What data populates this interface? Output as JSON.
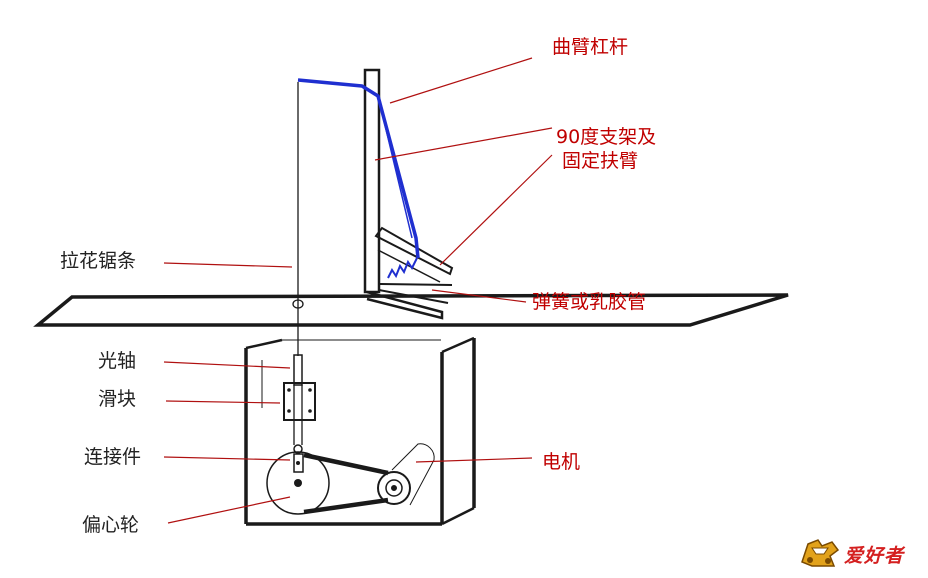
{
  "colors": {
    "line": "#1a1a1a",
    "leader": "#b01010",
    "lever": "#1f2fd0",
    "label_red": "#c00000",
    "label_dark": "#222222",
    "logo_red": "#d42020",
    "logo_gold": "#e2a21b"
  },
  "labels": {
    "lever": "曲臂杠杆",
    "bracket_line1": "90度支架及",
    "bracket_line2": "固定扶臂",
    "saw_blade": "拉花锯条",
    "spring": "弹簧或乳胶管",
    "shaft": "光轴",
    "slider": "滑块",
    "connector": "连接件",
    "motor": "电机",
    "eccentric_wheel": "偏心轮"
  },
  "watermark": {
    "text": "爱好者",
    "icon": "jigsaw-mascot-icon"
  }
}
